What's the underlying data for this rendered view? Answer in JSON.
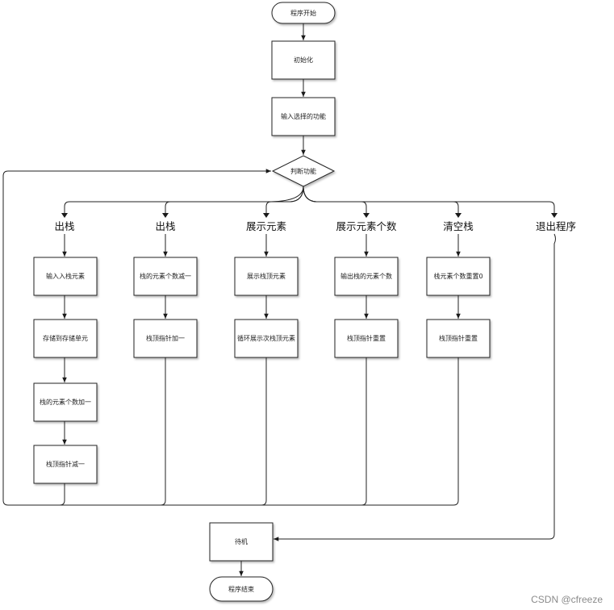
{
  "nodes": {
    "start": "程序开始",
    "init": "初始化",
    "input_func": "输入选择的功能",
    "decision": "判断功能",
    "standby": "待机",
    "end": "程序结束"
  },
  "branches": [
    {
      "label": "出栈",
      "steps": [
        "输入入栈元素",
        "存储到存储单元",
        "栈的元素个数加一",
        "栈顶指针减一"
      ]
    },
    {
      "label": "出栈",
      "steps": [
        "栈的元素个数减一",
        "栈顶指针加一"
      ]
    },
    {
      "label": "展示元素",
      "steps": [
        "展示栈顶元素",
        "循环展示次栈顶元素"
      ]
    },
    {
      "label": "展示元素个数",
      "steps": [
        "输出栈的元素个数",
        "栈顶指针重置"
      ]
    },
    {
      "label": "清空栈",
      "steps": [
        "栈元素个数重置0",
        "栈顶指针重置"
      ]
    },
    {
      "label": "退出程序",
      "steps": []
    }
  ],
  "watermark": "CSDN @cfreeze"
}
